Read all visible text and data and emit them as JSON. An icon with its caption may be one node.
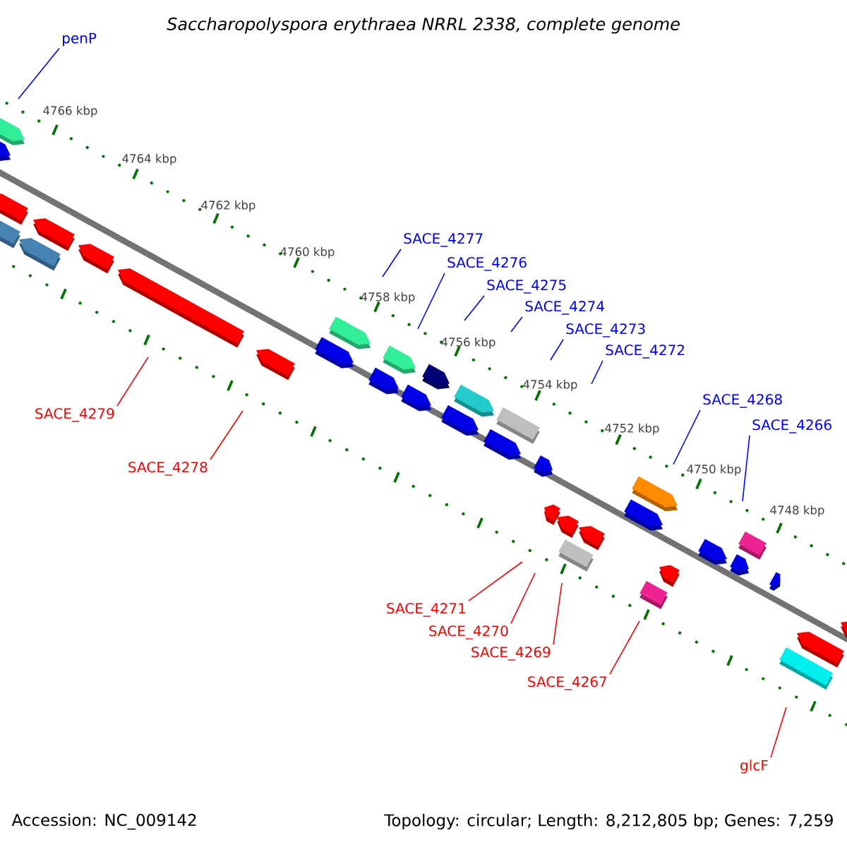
{
  "diagram": {
    "title": "*Saccharopolyspora erythraea* NRRL 2338, complete genome",
    "nodes": [
      {
        "text": [
          "penP"
        ]
      },
      {
        "text": [
          "SACE_4277"
        ]
      },
      {
        "text": [
          "SACE_4276"
        ]
      },
      {
        "text": [
          "SACE_4275"
        ]
      },
      {
        "text": [
          "SACE_4274"
        ]
      },
      {
        "text": [
          "SACE_4273"
        ]
      },
      {
        "text": [
          "SACE_4272"
        ]
      },
      {
        "text": [
          "SACE_4268"
        ]
      },
      {
        "text": [
          "SACE_4266"
        ]
      },
      {
        "text": [
          "SACE_4279"
        ]
      },
      {
        "text": [
          "SACE_4278"
        ]
      },
      {
        "text": [
          "SACE_4271"
        ]
      },
      {
        "text": [
          "SACE_4270"
        ]
      },
      {
        "text": [
          "SACE_4269"
        ]
      },
      {
        "text": [
          "SACE_4267"
        ]
      },
      {
        "text": [
          "glcF"
        ]
      }
    ],
    "edges": [
      {
        "from": 0,
        "to": null,
        "arrow": "none"
      },
      {
        "from": 1,
        "to": null,
        "arrow": "none"
      },
      {
        "from": 2,
        "to": null,
        "arrow": "none"
      },
      {
        "from": 3,
        "to": null,
        "arrow": "none"
      },
      {
        "from": 4,
        "to": null,
        "arrow": "none"
      },
      {
        "from": 5,
        "to": null,
        "arrow": "none"
      },
      {
        "from": 6,
        "to": null,
        "arrow": "none"
      },
      {
        "from": 7,
        "to": null,
        "arrow": "none"
      },
      {
        "from": 8,
        "to": null,
        "arrow": "none"
      },
      {
        "from": 9,
        "to": null,
        "arrow": "none",
        "color": "#ff0000"
      },
      {
        "from": 10,
        "to": null,
        "arrow": "none",
        "color": "#ff0000"
      },
      {
        "from": 11,
        "to": null,
        "arrow": "none",
        "color": "#ff0000"
      },
      {
        "from": 12,
        "to": null,
        "arrow": "none",
        "color": "#ff0000"
      },
      {
        "from": 13,
        "to": null,
        "arrow": "none",
        "color": "#ff0000"
      },
      {
        "from": 14,
        "to": null,
        "arrow": "none",
        "color": "#ff0000"
      },
      {
        "from": 15,
        "to": null,
        "arrow": "none",
        "color": "#ff0000"
      }
    ],
    "labels": [
      "4766 kbp",
      "4764 kbp",
      "4762 kbp",
      "4760 kbp",
      "4758 kbp",
      "4756 kbp",
      "4754 kbp",
      "4752 kbp",
      "4750 kbp",
      "4748 kbp",
      "Accession: NC_009142",
      "Topology: circular; Length: 8,212,805 bp; Genes: 7,259"
    ]
  }
}
